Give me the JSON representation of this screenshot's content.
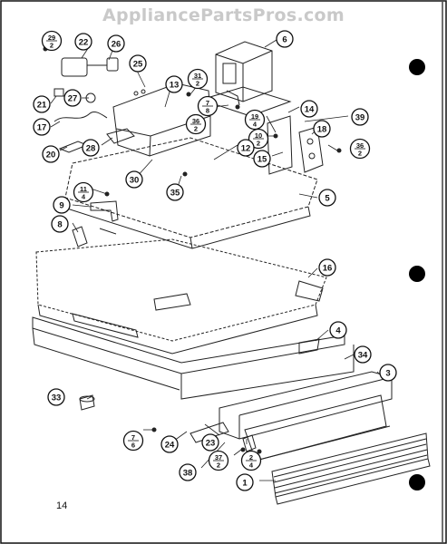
{
  "watermark": "AppliancePartsPros.com",
  "page_number": "14",
  "callouts": [
    {
      "id": "c29",
      "top": "29",
      "bottom": "2"
    },
    {
      "id": "c22",
      "label": "22"
    },
    {
      "id": "c26",
      "label": "26"
    },
    {
      "id": "c25",
      "label": "25"
    },
    {
      "id": "c6a",
      "label": "6"
    },
    {
      "id": "c13",
      "label": "13"
    },
    {
      "id": "c31",
      "top": "31",
      "bottom": "2"
    },
    {
      "id": "c21",
      "label": "21"
    },
    {
      "id": "c27",
      "label": "27"
    },
    {
      "id": "c7a",
      "top": "7",
      "bottom": "8"
    },
    {
      "id": "c14",
      "label": "14"
    },
    {
      "id": "c39",
      "label": "39"
    },
    {
      "id": "c17",
      "label": "17"
    },
    {
      "id": "c36a",
      "top": "36",
      "bottom": "2"
    },
    {
      "id": "c19",
      "top": "19",
      "bottom": "4"
    },
    {
      "id": "c10",
      "top": "10",
      "bottom": "2"
    },
    {
      "id": "c18",
      "label": "18"
    },
    {
      "id": "c20",
      "label": "20"
    },
    {
      "id": "c28",
      "label": "28"
    },
    {
      "id": "c12",
      "label": "12"
    },
    {
      "id": "c15",
      "label": "15"
    },
    {
      "id": "c36b",
      "top": "36",
      "bottom": "2"
    },
    {
      "id": "c30",
      "label": "30"
    },
    {
      "id": "c35",
      "label": "35"
    },
    {
      "id": "c11",
      "top": "11",
      "bottom": "4"
    },
    {
      "id": "c5",
      "label": "5"
    },
    {
      "id": "c9",
      "label": "9"
    },
    {
      "id": "c8",
      "label": "8"
    },
    {
      "id": "c16",
      "label": "16"
    },
    {
      "id": "c4",
      "label": "4"
    },
    {
      "id": "c34",
      "label": "34"
    },
    {
      "id": "c3",
      "label": "3"
    },
    {
      "id": "c33",
      "label": "33"
    },
    {
      "id": "c7b",
      "top": "7",
      "bottom": "6"
    },
    {
      "id": "c24",
      "label": "24"
    },
    {
      "id": "c23",
      "label": "23"
    },
    {
      "id": "c2",
      "top": "2",
      "bottom": "4"
    },
    {
      "id": "c37",
      "top": "37",
      "bottom": "2"
    },
    {
      "id": "c38",
      "label": "38"
    },
    {
      "id": "c1",
      "label": "1"
    }
  ]
}
